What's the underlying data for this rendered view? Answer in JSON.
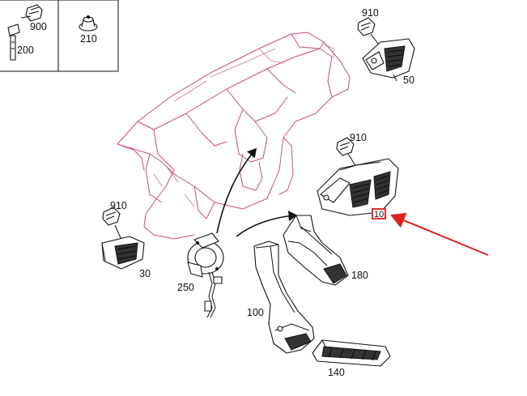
{
  "callouts": {
    "c900": "900",
    "c200": "200",
    "c210": "210",
    "c910_top": "910",
    "c50": "50",
    "c910_mid": "910",
    "c10": "10",
    "c910_left": "910",
    "c30": "30",
    "c250": "250",
    "c180": "180",
    "c100": "100",
    "c140": "140"
  },
  "colors": {
    "dashboard_outline": "#c8506e",
    "highlight_box": "#e03030",
    "pointer_arrow": "#e02020",
    "part_lines": "#111111"
  },
  "highlighted_part": "10"
}
